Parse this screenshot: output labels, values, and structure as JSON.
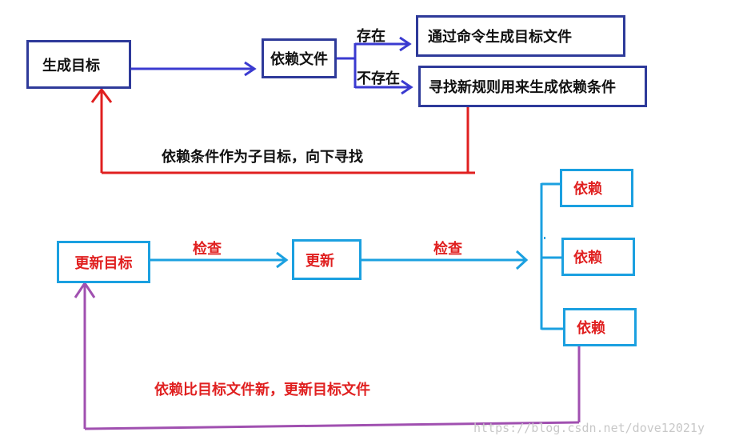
{
  "colors": {
    "top_box_border": "#2e3a9a",
    "bottom_box_border": "#1ba0e0",
    "top_arrow": "#3a3ad0",
    "top_feedback": "#e02020",
    "bottom_arrow": "#1ba0e0",
    "bottom_feedback": "#a050b0",
    "red_text": "#e02020"
  },
  "top": {
    "target_box": "生成目标",
    "dependency_box": "依赖文件",
    "exists_label": "存在",
    "not_exists_label": "不存在",
    "exists_result": "通过命令生成目标文件",
    "not_exists_result": "寻找新规则用来生成依赖条件",
    "feedback_label": "依赖条件作为子目标，向下寻找"
  },
  "bottom": {
    "update_target_box": "更新目标",
    "check_label_1": "检查",
    "update_box": "更新",
    "check_label_2": "检查",
    "dependencies": [
      "依赖",
      "依赖",
      "依赖"
    ],
    "feedback_label": "依赖比目标文件新，更新目标文件"
  },
  "watermark": "https://blog.csdn.net/dove12021y"
}
